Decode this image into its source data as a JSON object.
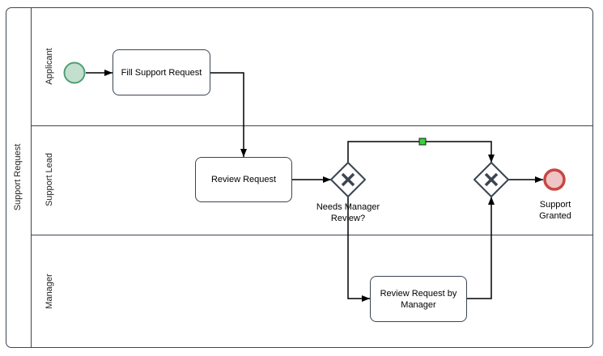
{
  "pool": {
    "label": "Support Request"
  },
  "lanes": [
    {
      "label": "Applicant"
    },
    {
      "label": "Support Lead"
    },
    {
      "label": "Manager"
    }
  ],
  "elements": {
    "start_event": {
      "type": "start-event",
      "label": ""
    },
    "task_fill": {
      "type": "task",
      "label": "Fill Support Request"
    },
    "task_review": {
      "type": "task",
      "label": "Review Request"
    },
    "gateway_decision": {
      "type": "exclusive-gateway",
      "label": "Needs Manager Review?"
    },
    "task_manager_review": {
      "type": "task",
      "label": "Review Request by Manager"
    },
    "gateway_merge": {
      "type": "exclusive-gateway",
      "label": ""
    },
    "end_event": {
      "type": "end-event",
      "label": "Support Granted"
    }
  },
  "colors": {
    "shape_stroke": "#3b4552",
    "flow_stroke": "#000000",
    "start_fill": "#c3e0cf",
    "start_stroke": "#4f9e74",
    "end_fill": "#efc4c4",
    "end_stroke": "#c74643",
    "marker_fill": "#35d435",
    "marker_stroke": "#1a1a1a",
    "background": "#ffffff"
  }
}
